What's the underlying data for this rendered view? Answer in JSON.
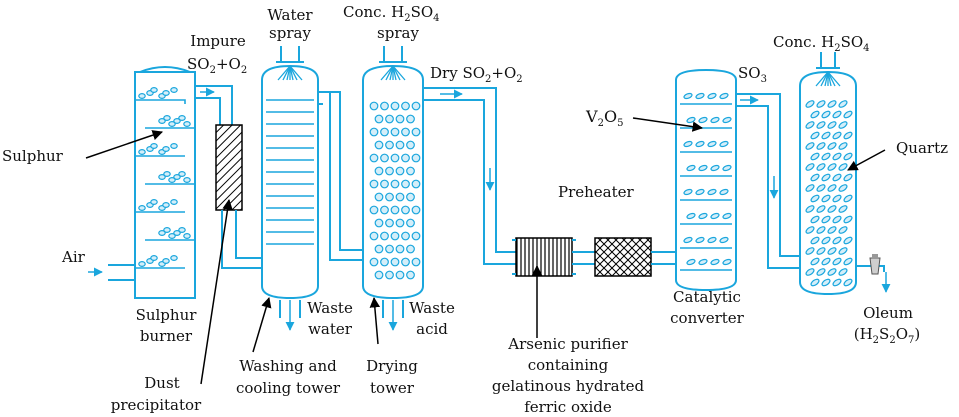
{
  "colors": {
    "line": "#1aa6dd",
    "fill_light": "#d4eef9",
    "text": "#111111",
    "arrow": "#000000"
  },
  "labels": {
    "impure": "Impure",
    "impure_gas": {
      "a": "SO",
      "b": "2",
      "c": "+O",
      "d": "2"
    },
    "water": "Water",
    "spray": "spray",
    "conc_left": {
      "a": "Conc. H",
      "b": "2",
      "c": "SO",
      "d": "4"
    },
    "spray2": "spray",
    "dry": {
      "a": "Dry SO",
      "b": "2",
      "c": "+O",
      "d": "2"
    },
    "conc_right": {
      "a": "Conc. H",
      "b": "2",
      "c": "SO",
      "d": "4"
    },
    "so3": {
      "a": "SO",
      "b": "3"
    },
    "v2o5": {
      "a": "V",
      "b": "2",
      "c": "O",
      "d": "5"
    },
    "quartz": "Quartz",
    "sulphur": "Sulphur",
    "preheater": "Preheater",
    "air": "Air",
    "sulphur_burner": [
      "Sulphur",
      "burner"
    ],
    "waste_water": [
      "Waste",
      "water"
    ],
    "waste_acid": [
      "Waste",
      "acid"
    ],
    "catalytic_converter": [
      "Catalytic",
      "converter"
    ],
    "oleum": "Oleum",
    "oleum_formula": {
      "a": "(H",
      "b": "2",
      "c": "S",
      "d": "2",
      "e": "O",
      "f": "7",
      "g": ")"
    },
    "arsenic_purifier": [
      "Arsenic purifier",
      "containing",
      "gelatinous hydrated",
      "ferric oxide"
    ],
    "washing_tower": [
      "Washing and",
      "cooling tower"
    ],
    "drying_tower": [
      "Drying",
      "tower"
    ],
    "dust_precipitator": [
      "Dust",
      "precipitator"
    ]
  }
}
